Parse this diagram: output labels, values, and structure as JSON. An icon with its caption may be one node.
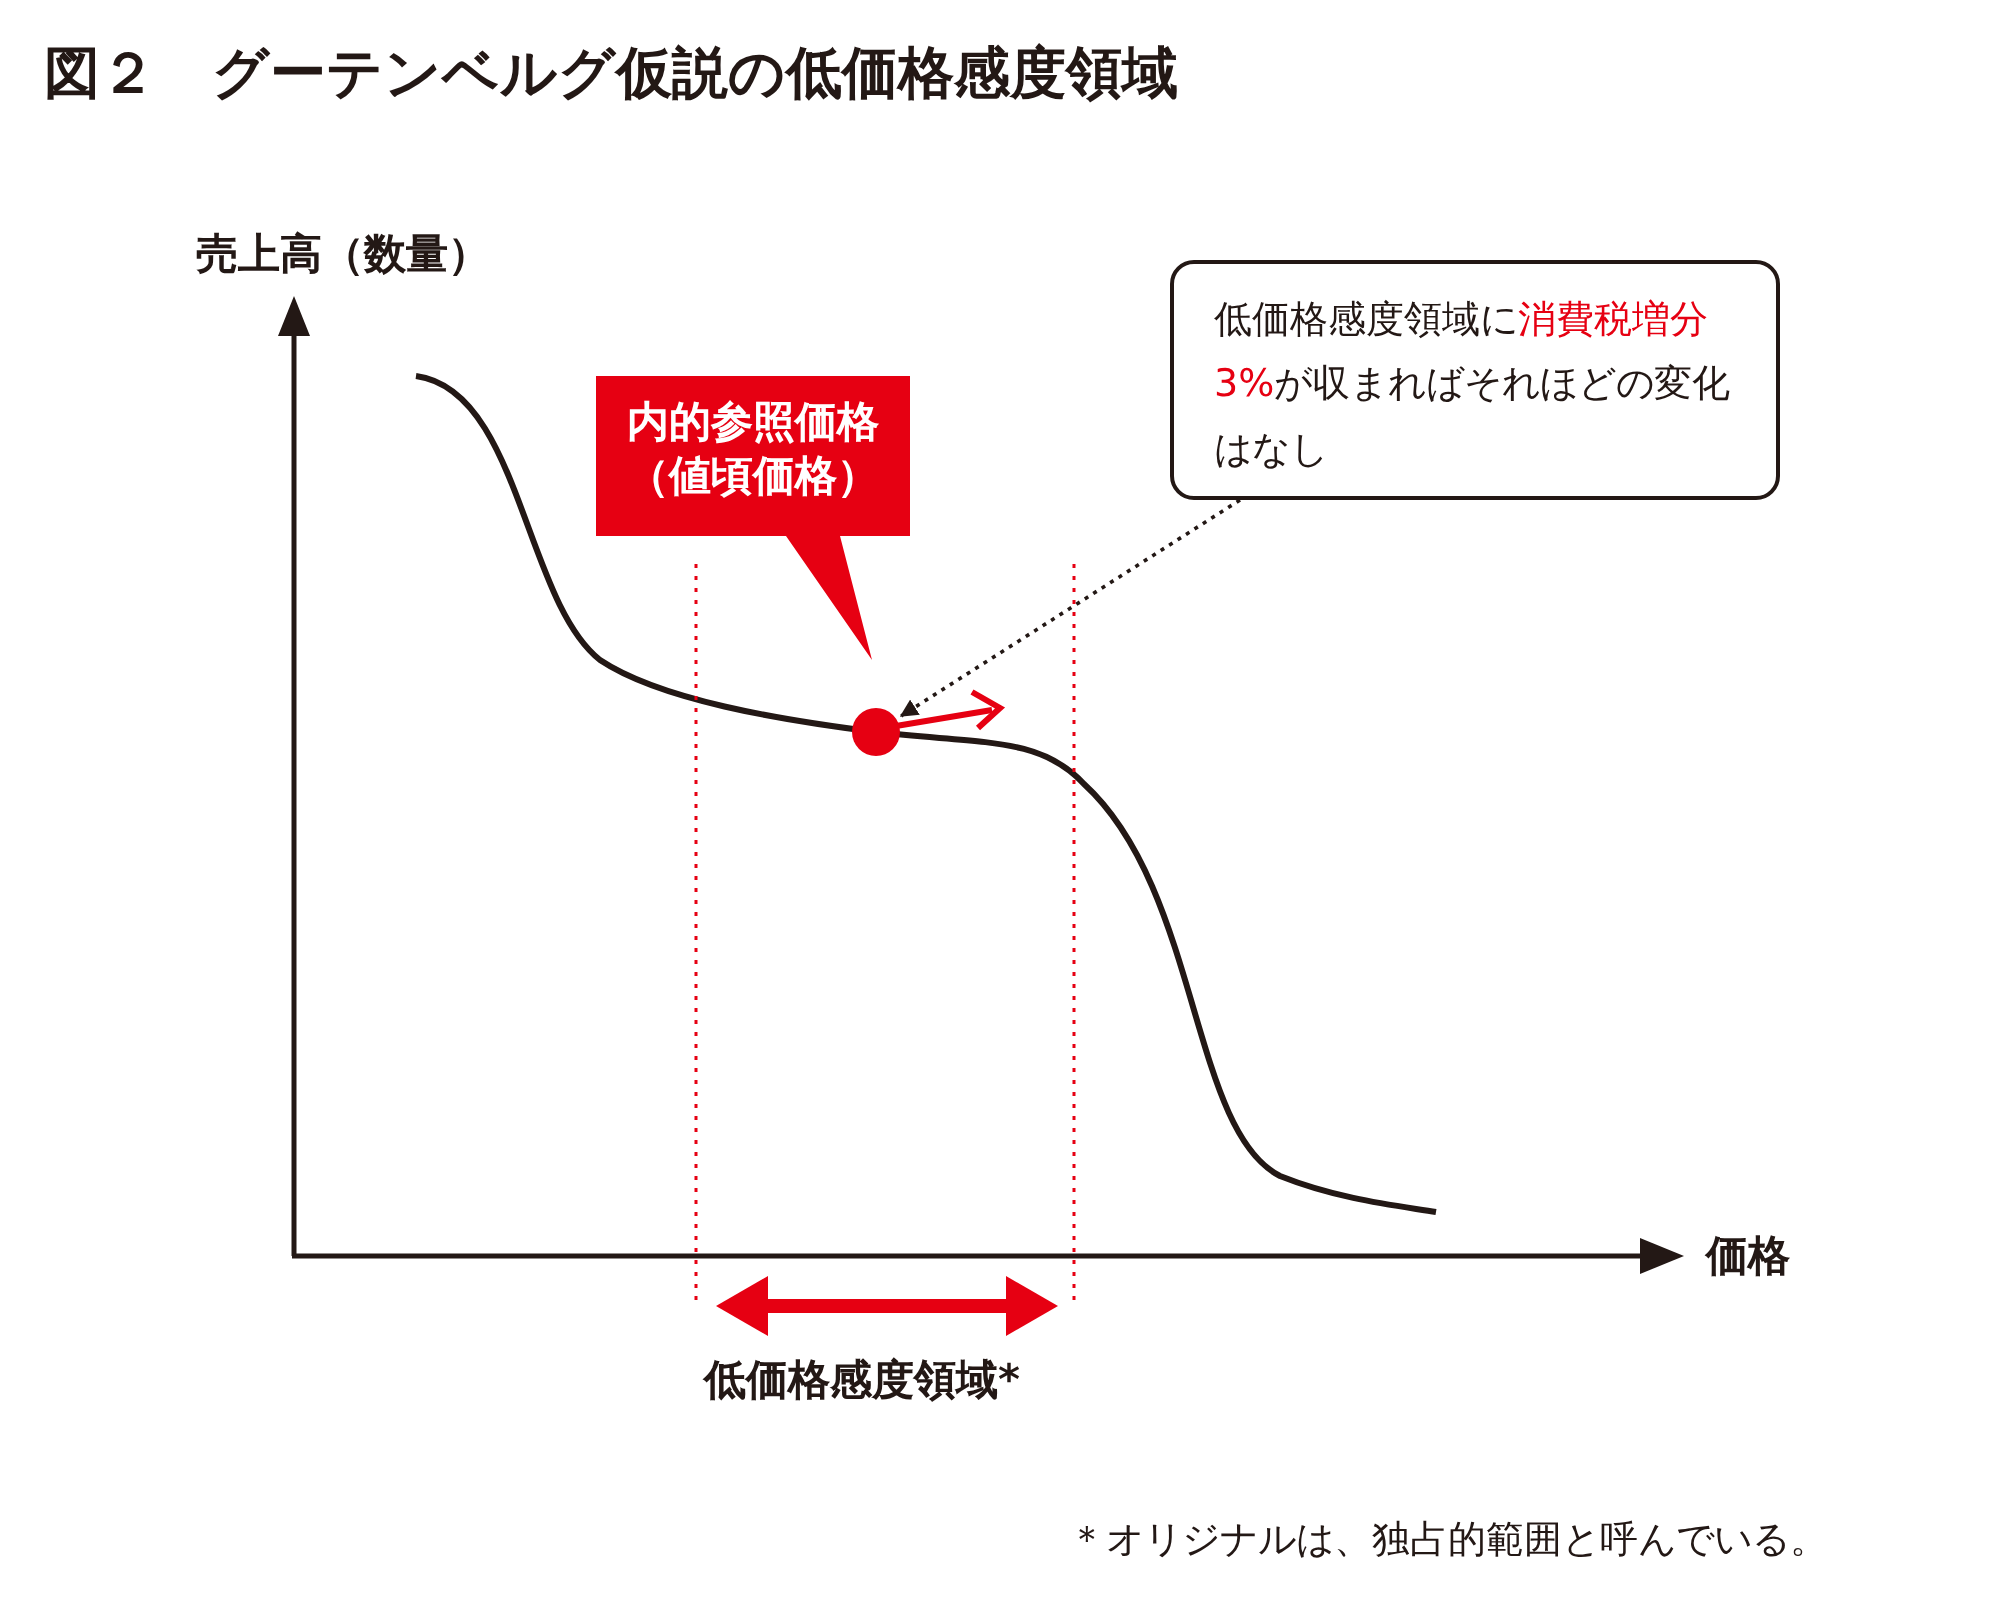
{
  "diagram": {
    "title": "図２　グーテンベルグ仮説の低価格感度領域",
    "nodes": [
      {
        "text": [
          "内的参照価格（値頃価格）"
        ]
      },
      {
        "text": [
          "低価格感度領域に**消費税増分3%**が収まればそれほどの変化はなし"
        ]
      },
      {
        "text": [],
        "shape": "circle"
      }
    ],
    "edges": [
      {
        "from": 1,
        "to": 2,
        "arrow": "to",
        "style": "dashed"
      }
    ],
    "labels": [
      "売上高（数量）",
      "価格",
      "低価格感度領域*",
      "＊オリジナルは、独占的範囲と呼んでいる。"
    ]
  }
}
